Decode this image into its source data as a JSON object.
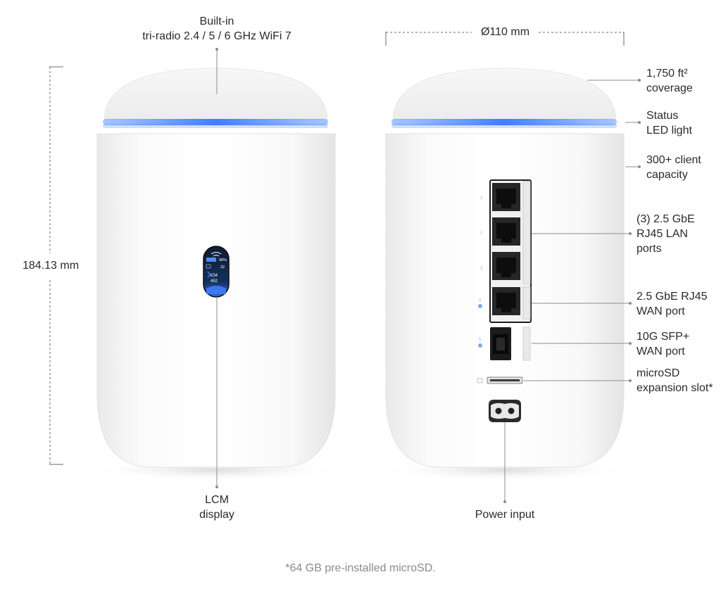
{
  "callouts": {
    "builtin": [
      "Built-in",
      "tri-radio 2.4 / 5 / 6 GHz WiFi 7"
    ],
    "diameter": "Ø110 mm",
    "height": "184.13 mm",
    "coverage": [
      "1,750 ft²",
      "coverage"
    ],
    "status_led": [
      "Status",
      "LED light"
    ],
    "clients": [
      "300+ client",
      "capacity"
    ],
    "lan": [
      "(3) 2.5 GbE",
      "RJ45 LAN",
      "ports"
    ],
    "wan_rj45": [
      "2.5 GbE RJ45",
      "WAN port"
    ],
    "wan_sfp": [
      "10G SFP+",
      "WAN port"
    ],
    "microsd": [
      "microSD",
      "expansion slot*"
    ],
    "lcm": [
      "LCM",
      "display"
    ],
    "power": "Power input"
  },
  "lcm_screen": {
    "percent": "98%",
    "clients": "32",
    "down": "234",
    "up": "452"
  },
  "port_numbers": [
    "1",
    "2",
    "3",
    "4",
    "5"
  ],
  "footnote": "*64 GB pre-installed microSD.",
  "colors": {
    "led": "#3f7cff",
    "device_body": "#f7f7f7",
    "leader_line": "#8c8c8c",
    "port_black": "#1b1b1b"
  }
}
